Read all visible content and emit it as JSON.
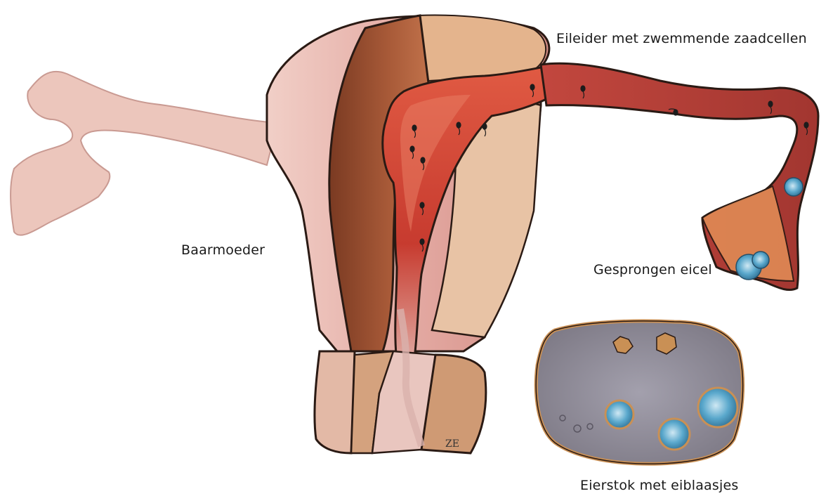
{
  "labels": {
    "fallopian_tube": "Eileider met zwemmende zaadcellen",
    "uterus": "Baarmoeder",
    "released_egg": "Gesprongen eicel",
    "ovary": "Eierstok met eiblaasjes"
  },
  "artist_signature": "ZE",
  "colors": {
    "outline": "#2a1a14",
    "outer_wall": "#e8b7b0",
    "outer_wall_shade": "#d9938c",
    "muscle_layer": "#9b4f2e",
    "inner_cavity": "#d8493a",
    "inner_cavity_dark": "#b2322a",
    "side_tan": "#e4b48d",
    "cervix": "#e3b9a6",
    "ovary_fill": "#8f8a96",
    "ovary_rim": "#c99055",
    "follicle_blue": "#5fa9c9",
    "sperm": "#1c1c1c"
  }
}
